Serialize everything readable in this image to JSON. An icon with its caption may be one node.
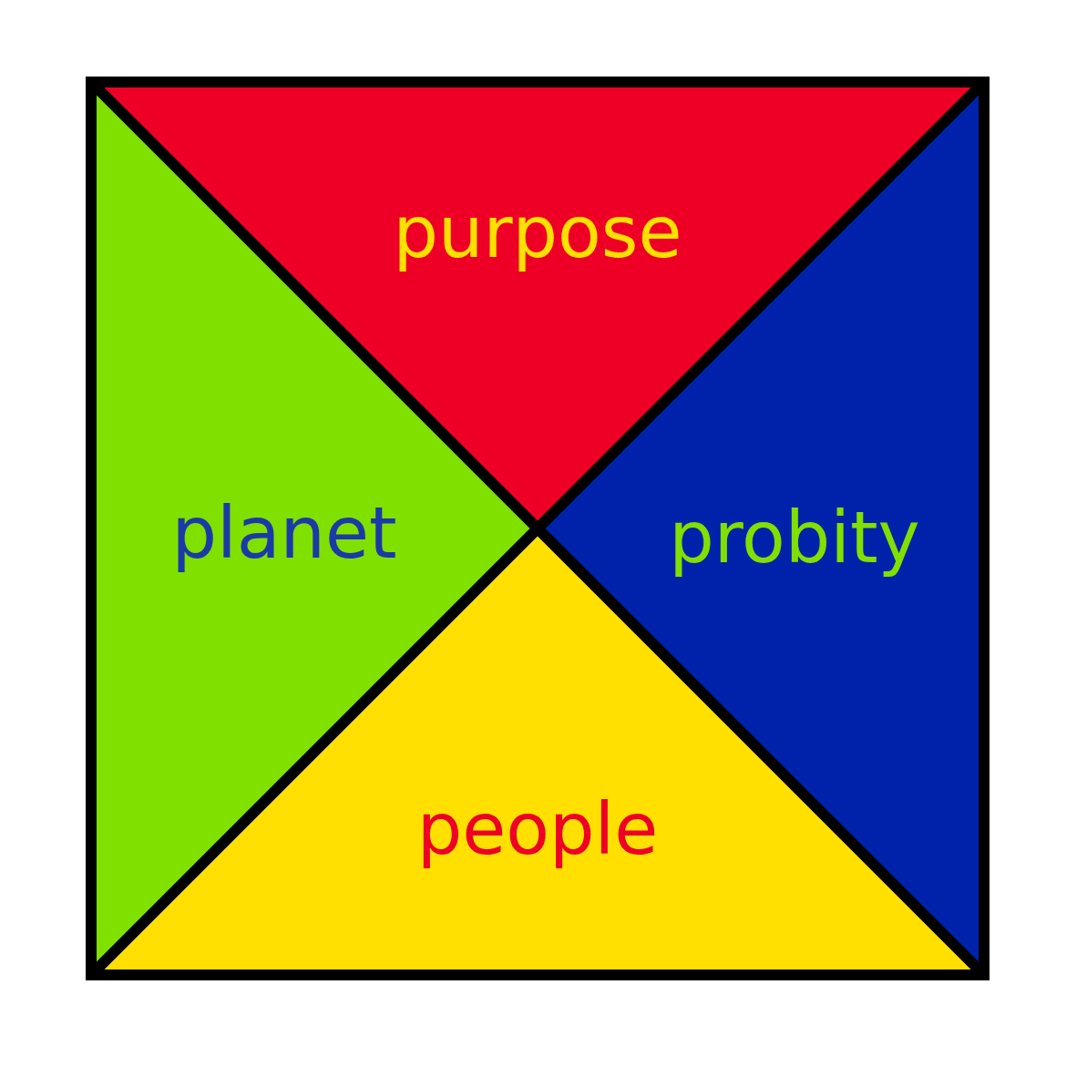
{
  "diagram": {
    "nodes": [
      {
        "text": [
          "purpose"
        ]
      },
      {
        "text": [
          "planet"
        ]
      },
      {
        "text": [
          "probity"
        ]
      },
      {
        "text": [
          "people"
        ]
      }
    ]
  }
}
